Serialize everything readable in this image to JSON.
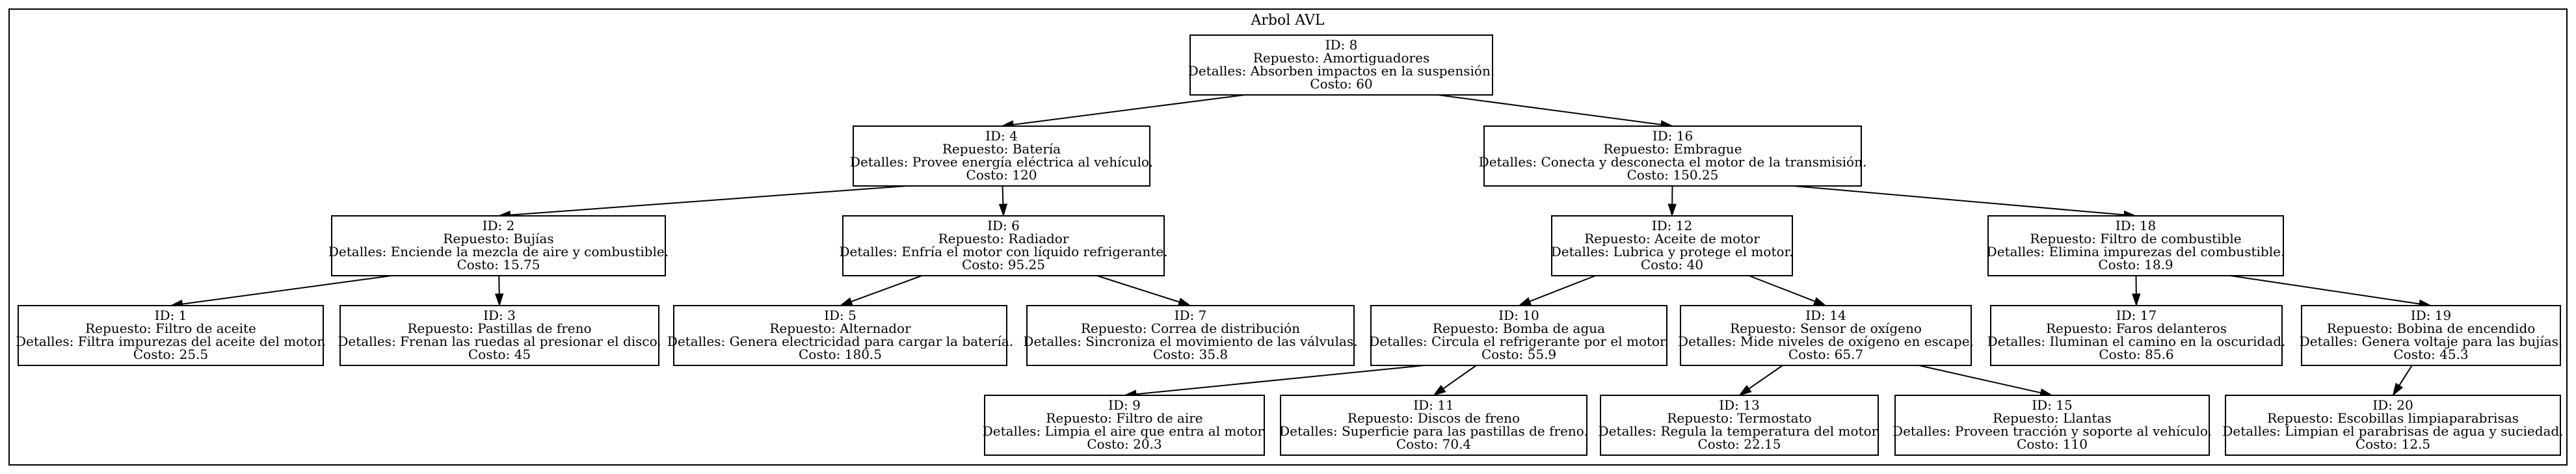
{
  "graph": {
    "title": "Arbol AVL",
    "nodes": [
      {
        "id": 8,
        "lines": [
          "ID: 8",
          "Repuesto: Amortiguadores",
          "Detalles: Absorben impactos en la suspensión.",
          "Costo: 60"
        ]
      },
      {
        "id": 4,
        "lines": [
          "ID: 4",
          "Repuesto: Batería",
          "Detalles: Provee energía eléctrica al vehículo.",
          "Costo: 120"
        ]
      },
      {
        "id": 16,
        "lines": [
          "ID: 16",
          "Repuesto: Embrague",
          "Detalles: Conecta y desconecta el motor de la transmisión.",
          "Costo: 150.25"
        ]
      },
      {
        "id": 2,
        "lines": [
          "ID: 2",
          "Repuesto: Bujías",
          "Detalles: Enciende la mezcla de aire y combustible.",
          "Costo: 15.75"
        ]
      },
      {
        "id": 6,
        "lines": [
          "ID: 6",
          "Repuesto: Radiador",
          "Detalles: Enfría el motor con líquido refrigerante.",
          "Costo: 95.25"
        ]
      },
      {
        "id": 12,
        "lines": [
          "ID: 12",
          "Repuesto: Aceite de motor",
          "Detalles: Lubrica y protege el motor.",
          "Costo: 40"
        ]
      },
      {
        "id": 18,
        "lines": [
          "ID: 18",
          "Repuesto: Filtro de combustible",
          "Detalles: Elimina impurezas del combustible.",
          "Costo: 18.9"
        ]
      },
      {
        "id": 1,
        "lines": [
          "ID: 1",
          "Repuesto: Filtro de aceite",
          "Detalles: Filtra impurezas del aceite del motor.",
          "Costo: 25.5"
        ]
      },
      {
        "id": 3,
        "lines": [
          "ID: 3",
          "Repuesto: Pastillas de freno",
          "Detalles: Frenan las ruedas al presionar el disco.",
          "Costo: 45"
        ]
      },
      {
        "id": 5,
        "lines": [
          "ID: 5",
          "Repuesto: Alternador",
          "Detalles: Genera electricidad para cargar la batería.",
          "Costo: 180.5"
        ]
      },
      {
        "id": 7,
        "lines": [
          "ID: 7",
          "Repuesto: Correa de distribución",
          "Detalles: Sincroniza el movimiento de las válvulas.",
          "Costo: 35.8"
        ]
      },
      {
        "id": 10,
        "lines": [
          "ID: 10",
          "Repuesto: Bomba de agua",
          "Detalles: Circula el refrigerante por el motor.",
          "Costo: 55.9"
        ]
      },
      {
        "id": 14,
        "lines": [
          "ID: 14",
          "Repuesto: Sensor de oxígeno",
          "Detalles: Mide niveles de oxígeno en escape.",
          "Costo: 65.7"
        ]
      },
      {
        "id": 17,
        "lines": [
          "ID: 17",
          "Repuesto: Faros delanteros",
          "Detalles: Iluminan el camino en la oscuridad.",
          "Costo: 85.6"
        ]
      },
      {
        "id": 19,
        "lines": [
          "ID: 19",
          "Repuesto: Bobina de encendido",
          "Detalles: Genera voltaje para las bujías.",
          "Costo: 45.3"
        ]
      },
      {
        "id": 9,
        "lines": [
          "ID: 9",
          "Repuesto: Filtro de aire",
          "Detalles: Limpia el aire que entra al motor.",
          "Costo: 20.3"
        ]
      },
      {
        "id": 11,
        "lines": [
          "ID: 11",
          "Repuesto: Discos de freno",
          "Detalles: Superficie para las pastillas de freno.",
          "Costo: 70.4"
        ]
      },
      {
        "id": 13,
        "lines": [
          "ID: 13",
          "Repuesto: Termostato",
          "Detalles: Regula la temperatura del motor.",
          "Costo: 22.15"
        ]
      },
      {
        "id": 15,
        "lines": [
          "ID: 15",
          "Repuesto: Llantas",
          "Detalles: Proveen tracción y soporte al vehículo.",
          "Costo: 110"
        ]
      },
      {
        "id": 20,
        "lines": [
          "ID: 20",
          "Repuesto: Escobillas limpiaparabrisas",
          "Detalles: Limpian el parabrisas de agua y suciedad.",
          "Costo: 12.5"
        ]
      }
    ],
    "edges": [
      {
        "from": 8,
        "to": 4
      },
      {
        "from": 8,
        "to": 16
      },
      {
        "from": 4,
        "to": 2
      },
      {
        "from": 4,
        "to": 6
      },
      {
        "from": 16,
        "to": 12
      },
      {
        "from": 16,
        "to": 18
      },
      {
        "from": 2,
        "to": 1
      },
      {
        "from": 2,
        "to": 3
      },
      {
        "from": 6,
        "to": 5
      },
      {
        "from": 6,
        "to": 7
      },
      {
        "from": 12,
        "to": 10
      },
      {
        "from": 12,
        "to": 14
      },
      {
        "from": 18,
        "to": 17
      },
      {
        "from": 18,
        "to": 19
      },
      {
        "from": 10,
        "to": 9
      },
      {
        "from": 10,
        "to": 11
      },
      {
        "from": 14,
        "to": 13
      },
      {
        "from": 14,
        "to": 15
      },
      {
        "from": 19,
        "to": 20
      }
    ]
  }
}
